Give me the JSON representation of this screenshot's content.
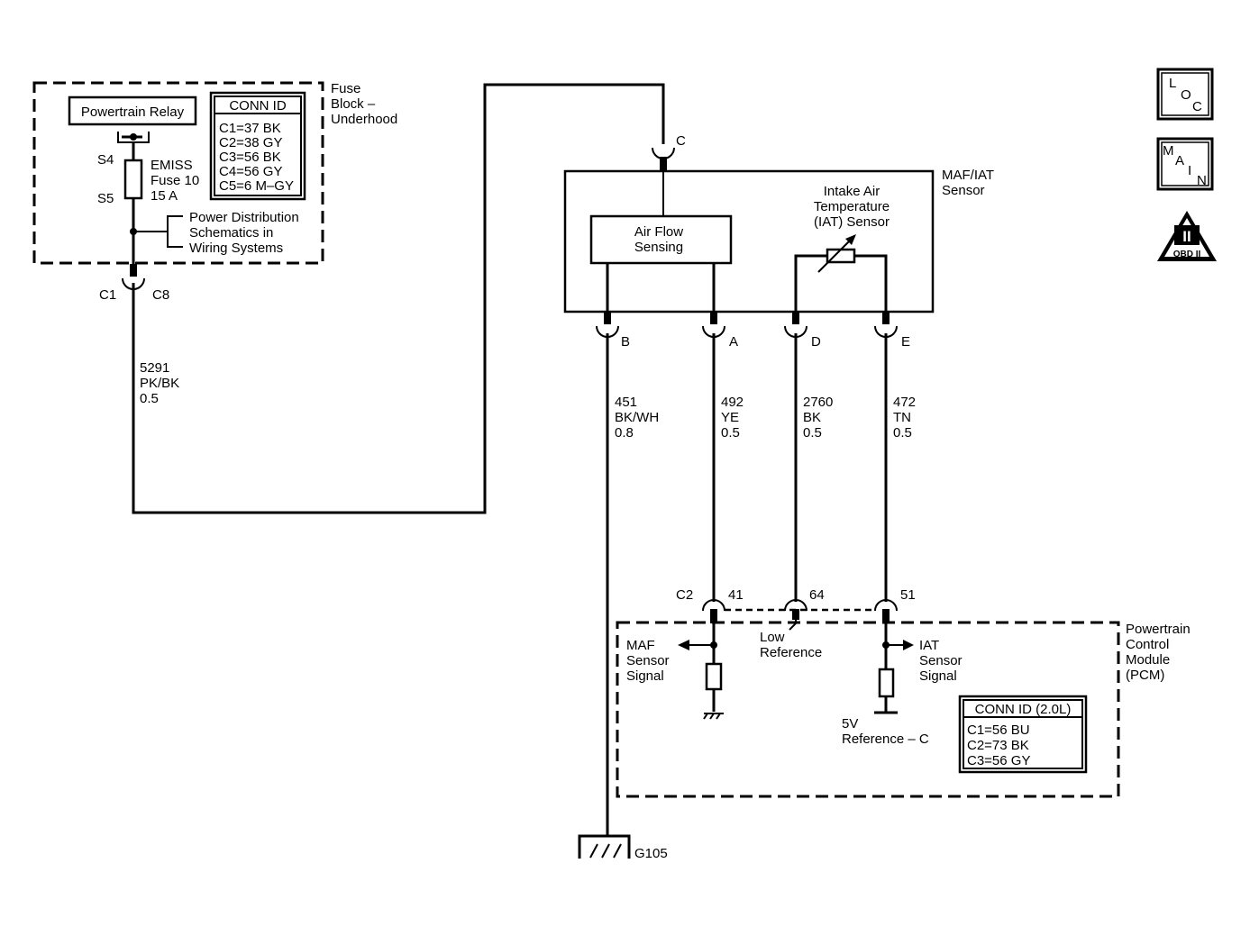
{
  "fuse_block": {
    "label": [
      "Fuse",
      "Block –",
      "Underhood"
    ],
    "relay": "Powertrain Relay",
    "s4": "S4",
    "s5": "S5",
    "fuse": [
      "EMISS",
      "Fuse 10",
      "15 A"
    ],
    "power_dist": [
      "Power Distribution",
      "Schematics in",
      "Wiring  Systems"
    ],
    "conn_title": "CONN ID",
    "conn_rows": [
      "C1=37 BK",
      "C2=38 GY",
      "C3=56 BK",
      "C4=56 GY",
      "C5=6 M–GY"
    ],
    "c1": "C1",
    "c8": "C8"
  },
  "wire_5291": [
    "5291",
    "PK/BK",
    "0.5"
  ],
  "sensor": {
    "label": [
      "MAF/IAT",
      "Sensor"
    ],
    "pin_c": "C",
    "airflow": [
      "Air Flow",
      "Sensing"
    ],
    "iat": [
      "Intake Air",
      "Temperature",
      "(IAT) Sensor"
    ],
    "pins": [
      "B",
      "A",
      "D",
      "E"
    ]
  },
  "wires": [
    [
      "451",
      "BK/WH",
      "0.8"
    ],
    [
      "492",
      "YE",
      "0.5"
    ],
    [
      "2760",
      "BK",
      "0.5"
    ],
    [
      "472",
      "TN",
      "0.5"
    ]
  ],
  "pcm": {
    "c2": "C2",
    "pins": [
      "41",
      "64",
      "51"
    ],
    "label": [
      "Powertrain",
      "Control",
      "Module",
      "(PCM)"
    ],
    "maf_signal": [
      "MAF",
      "Sensor",
      "Signal"
    ],
    "low_ref": [
      "Low",
      "Reference"
    ],
    "iat_signal": [
      "IAT",
      "Sensor",
      "Signal"
    ],
    "ref_5v": [
      "5V",
      "Reference – C"
    ],
    "conn_title": "CONN ID (2.0L)",
    "conn_rows": [
      "C1=56 BU",
      "C2=73 BK",
      "C3=56 GY"
    ]
  },
  "ground": "G105",
  "icons": {
    "loc": [
      "L",
      "O",
      "C"
    ],
    "main": [
      "M",
      "A",
      "I",
      "N"
    ],
    "obd_numeral": "II",
    "obd_label": "OBD II"
  }
}
